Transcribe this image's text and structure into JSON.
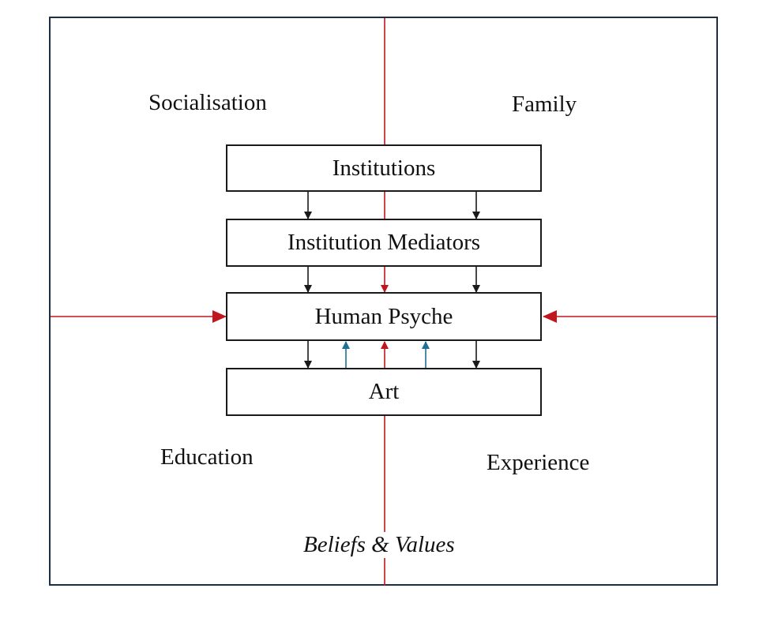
{
  "quadrants": {
    "top_left": "Socialisation",
    "top_right": "Family",
    "bottom_left": "Education",
    "bottom_right": "Experience"
  },
  "boxes": {
    "institutions": "Institutions",
    "mediators": "Institution Mediators",
    "psyche": "Human Psyche",
    "art": "Art"
  },
  "bottom_caption": "Beliefs & Values",
  "colors": {
    "frame": "#1f2f3f",
    "red_arrow": "#c0161d",
    "blue_arrow": "#1f6f96",
    "black_arrow": "#1a1a1a"
  }
}
